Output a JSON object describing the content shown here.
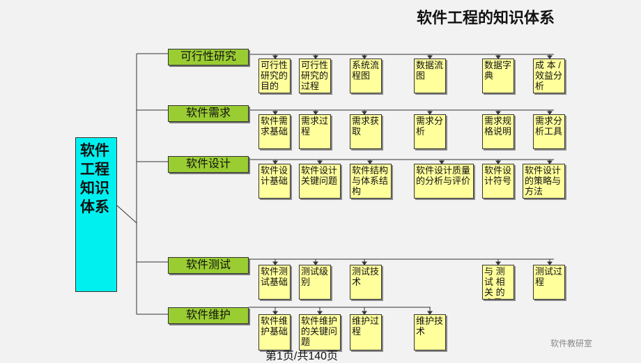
{
  "title": "软件工程的知识体系",
  "root_label": "软件工程知识体系",
  "rows": [
    {
      "label": "可行性研究",
      "items": [
        "可行性研究的目的",
        "可行性研究的过程",
        "系统流程图",
        "数据流图",
        "数据字典",
        "成 本 / 效益分析"
      ]
    },
    {
      "label": "软件需求",
      "items": [
        "软件需求基础",
        "需求过程",
        "需求获取",
        "需求分析",
        "需求规格说明",
        "需求分析工具"
      ]
    },
    {
      "label": "软件设计",
      "items": [
        "软件设计基础",
        "软件设计关键问题",
        "软件结构与体系结构",
        "软件设计质量的分析与评价",
        "软件设计符号",
        "软件设计的策略与方法"
      ]
    },
    {
      "label": "软件测试",
      "items": [
        "软件测试基础",
        "测试级别",
        "测试技术",
        "与 测 试 相 关 的度量",
        "测试过程"
      ]
    },
    {
      "label": "软件维护",
      "items": [
        "软件维护基础",
        "软件维护的关键问题",
        "维护过程",
        "维护技术"
      ]
    }
  ],
  "footer": "第1页/共140页",
  "watermark": "软件教研室"
}
